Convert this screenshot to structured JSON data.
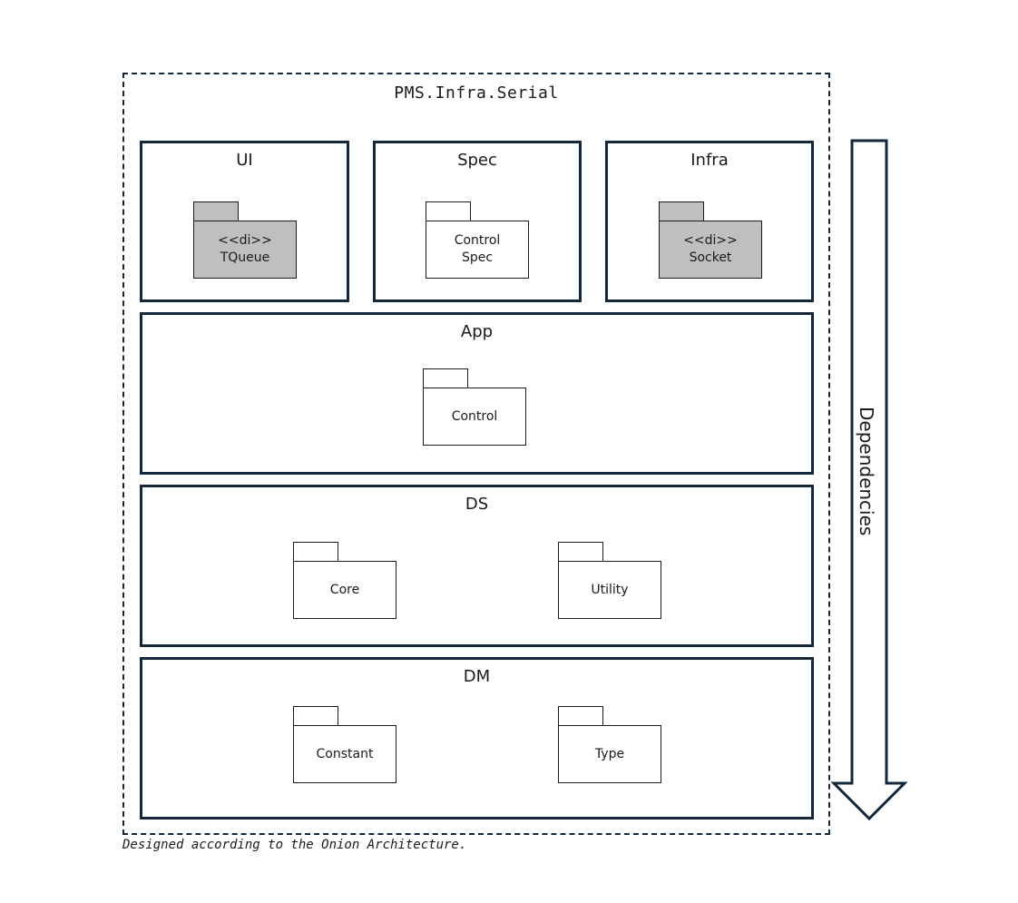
{
  "container": {
    "title": "PMS.Infra.Serial"
  },
  "layers": {
    "ui": {
      "title": "UI",
      "package": {
        "line1": "<<di>>",
        "line2": "TQueue"
      }
    },
    "spec": {
      "title": "Spec",
      "package": {
        "line1": "Control",
        "line2": "Spec"
      }
    },
    "infra": {
      "title": "Infra",
      "package": {
        "line1": "<<di>>",
        "line2": "Socket"
      }
    },
    "app": {
      "title": "App",
      "package": {
        "line1": "Control"
      }
    },
    "ds": {
      "title": "DS",
      "packages": [
        "Core",
        "Utility"
      ]
    },
    "dm": {
      "title": "DM",
      "packages": [
        "Constant",
        "Type"
      ]
    }
  },
  "arrow": {
    "label": "Dependencies"
  },
  "caption": "Designed according to the Onion Architecture.",
  "colors": {
    "border": "#14283a",
    "di_fill": "#bfbfbf",
    "package_fill": "#ffffff"
  }
}
